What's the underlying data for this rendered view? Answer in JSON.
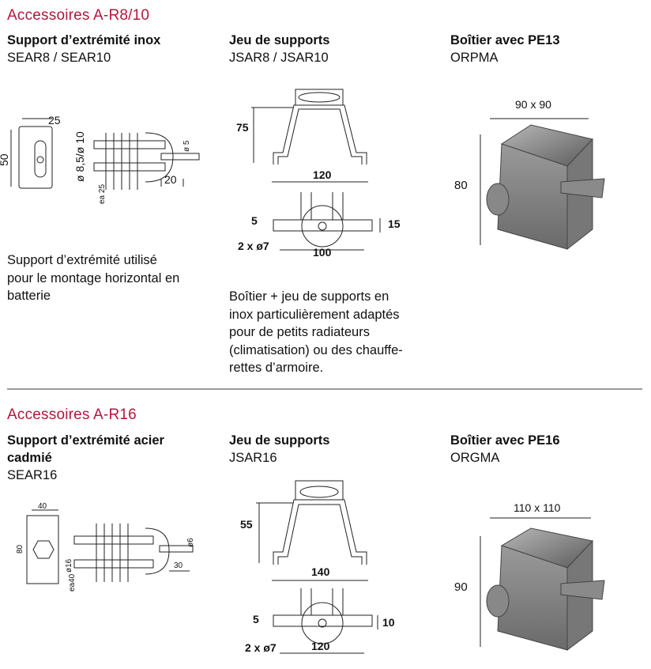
{
  "sections": [
    {
      "title": "Accessoires A-R8/10",
      "col1": {
        "title": "Support d’extrémité inox",
        "code": "SEAR8 / SEAR10",
        "desc": [
          "Support d’extrémité utilisé",
          "pour le montage horizontal en",
          "batterie"
        ]
      },
      "col2": {
        "title": "Jeu de supports",
        "code": "JSAR8 / JSAR10",
        "desc": [
          "Boîtier + jeu de supports en",
          "inox particulièrement adaptés",
          "pour de petits radiateurs",
          "(climatisation) ou des chauffe-",
          "rettes d’armoire."
        ]
      },
      "col3": {
        "title": "Boîtier avec PE13",
        "code": "ORPMA"
      },
      "dims": {
        "d25": "25",
        "d50": "50",
        "d85": "ø 8,5/ø 10",
        "dea25": "ea 25",
        "d5": "ø 5",
        "d20": "20",
        "h75": "75",
        "w120": "120",
        "s5": "5",
        "s15": "15",
        "holes": "2 x ø7",
        "w100": "100",
        "box_w": "90 x 90",
        "box_h": "80"
      }
    },
    {
      "title": "Accessoires A-R16",
      "col1": {
        "title1": "Support d’extrémité acier",
        "title2": "cadmié",
        "code": "SEAR16"
      },
      "col2": {
        "title": "Jeu de supports",
        "code": "JSAR16"
      },
      "col3": {
        "title": "Boîtier avec PE16",
        "code": "ORGMA"
      },
      "dims": {
        "d40": "40",
        "d80": "80",
        "d16": "ø16",
        "dea40": "ea40",
        "d6": "ø6",
        "d30": "30",
        "h55": "55",
        "w140": "140",
        "s5": "5",
        "s10": "10",
        "holes": "2 x ø7",
        "w120": "120",
        "box_w": "110 x 110",
        "box_h": "90"
      }
    }
  ]
}
